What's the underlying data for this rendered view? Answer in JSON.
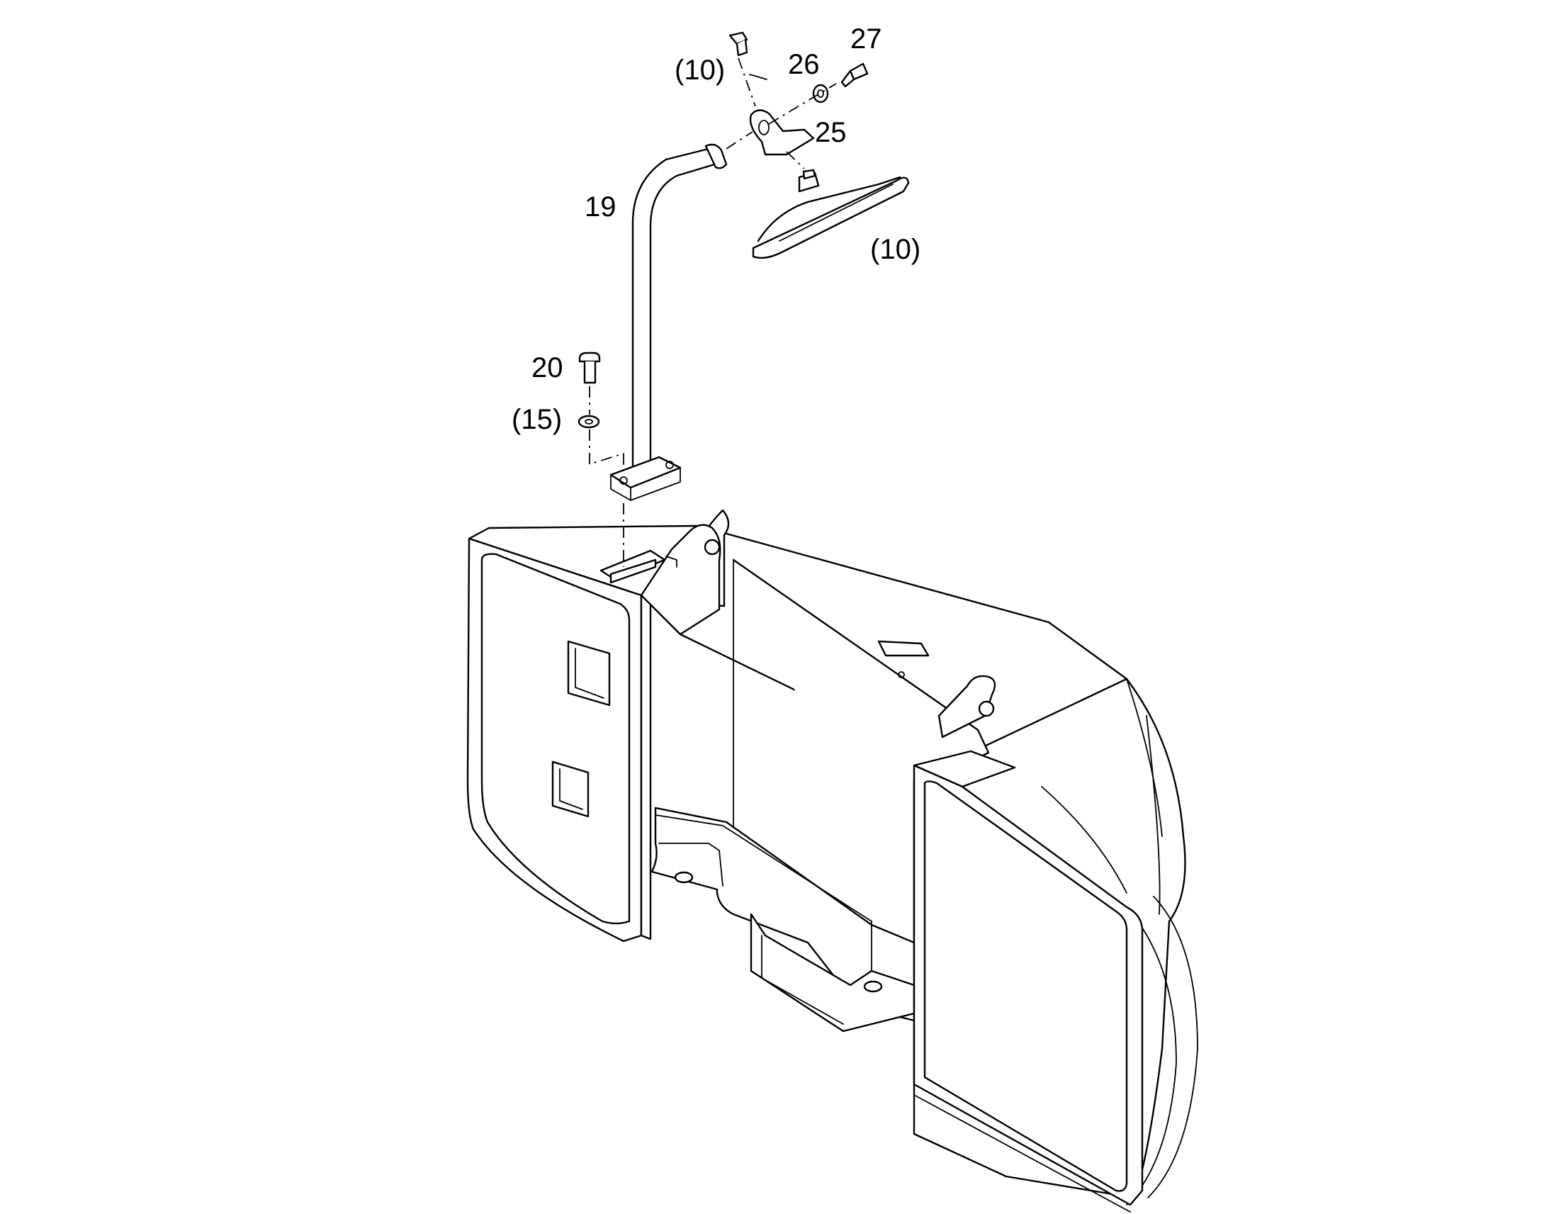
{
  "callouts": [
    {
      "id": "lamp-screw",
      "label": "(10)"
    },
    {
      "id": "washer-26",
      "label": "26"
    },
    {
      "id": "bolt-27",
      "label": "27"
    },
    {
      "id": "bracket-25",
      "label": "25"
    },
    {
      "id": "pipe-19",
      "label": "19"
    },
    {
      "id": "lamp-10",
      "label": "(10)"
    },
    {
      "id": "bolt-20",
      "label": "20"
    },
    {
      "id": "washer-15",
      "label": "(15)"
    }
  ],
  "colors": {
    "line": "#000000",
    "background": "#ffffff"
  }
}
